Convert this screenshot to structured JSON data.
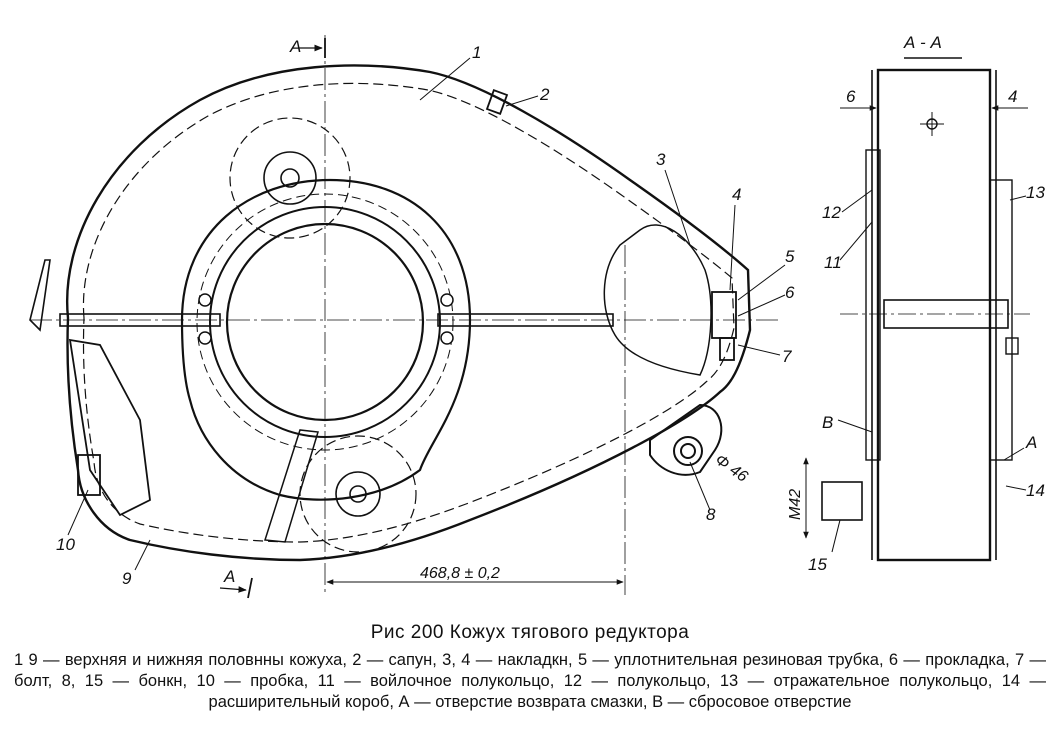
{
  "figure": {
    "title": "Рис 200 Кожух тягового редуктора",
    "legend": "1 9 — верхняя и нижняя половнны кожуха, 2 — сапун, 3, 4 — накладкн, 5 — уплотнительная резиновая трубка, 6 — прокладка, 7 — болт, 8, 15 — бонкн, 10 — пробка, 11 — войлочное полукольцо, 12 — полукольцо, 13 — отражательное полукольцо, 14 — расширительный короб, А — отверстие возврата смазки, В — сбросовое отверстие"
  },
  "labels": {
    "n1": "1",
    "n2": "2",
    "n3": "3",
    "n4": "4",
    "n5": "5",
    "n6": "6",
    "n7": "7",
    "n8": "8",
    "n9": "9",
    "n10": "10",
    "n11": "11",
    "n12": "12",
    "n13": "13",
    "n14": "14",
    "n15": "15",
    "section_top": "А",
    "section_bottom": "А",
    "section_view": "А - А",
    "right_6": "6",
    "right_4": "4",
    "hole_A": "А",
    "hole_B": "В"
  },
  "dimensions": {
    "center_distance": "468,8 ± 0,2",
    "diameter": "Φ 46",
    "thread": "М42"
  }
}
